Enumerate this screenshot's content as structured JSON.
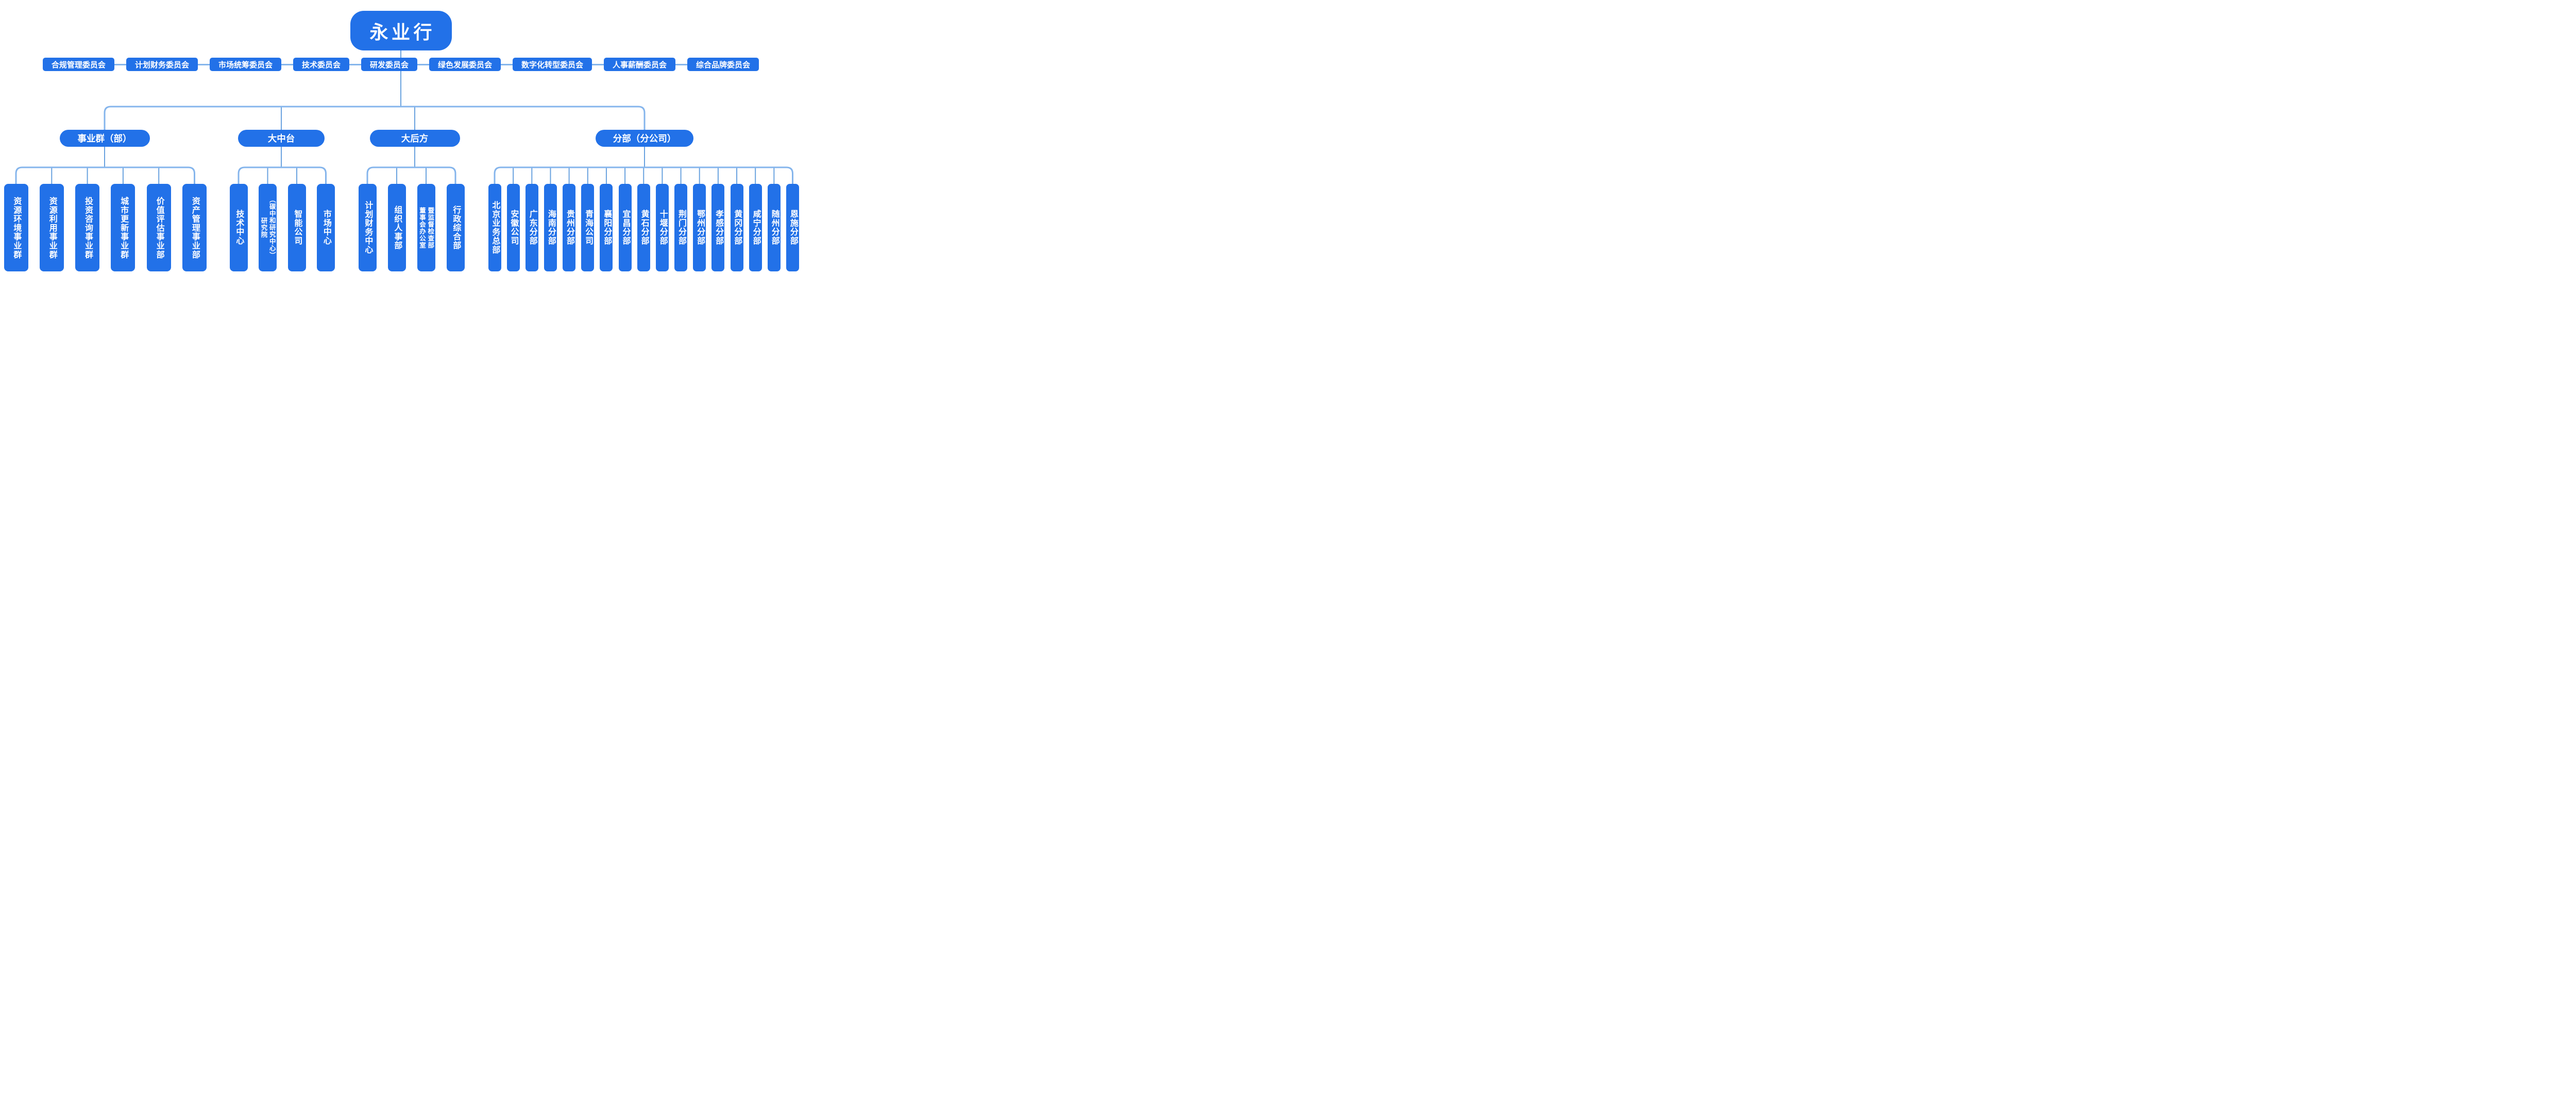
{
  "root": {
    "label": "永业行"
  },
  "committees": [
    "合规管理委员会",
    "计划财务委员会",
    "市场统筹委员会",
    "技术委员会",
    "研发委员会",
    "绿色发展委员会",
    "数字化转型委员会",
    "人事薪酬委员会",
    "综合品牌委员会"
  ],
  "groups": [
    {
      "label": "事业群（部）",
      "children": [
        "资源环境事业群",
        "资源利用事业群",
        "投资咨询事业群",
        "城市更新事业群",
        "价值评估事业部",
        "资产管理事业部"
      ]
    },
    {
      "label": "大中台",
      "children": [
        "技术中心",
        "研究院\n（碳中和研究中心）",
        "智能公司",
        "市场中心"
      ]
    },
    {
      "label": "大后方",
      "children": [
        "计划财务中心",
        "组织人事部",
        "董事会办公室\n暨监督检查部",
        "行政综合部"
      ]
    },
    {
      "label": "分部（分公司）",
      "children": [
        "北京业务总部",
        "安徽公司",
        "广东分部",
        "海南分部",
        "贵州分部",
        "青海公司",
        "襄阳分部",
        "宜昌分部",
        "黄石分部",
        "十堰分部",
        "荆门分部",
        "鄂州分部",
        "孝感分部",
        "黄冈分部",
        "咸宁分部",
        "随州分部",
        "恩施分部"
      ]
    }
  ],
  "colors": {
    "node_blue": "#2271e8",
    "text_white": "#ffffff",
    "connector_line": "#69a2df",
    "connector_bus": "#85b5ec"
  }
}
